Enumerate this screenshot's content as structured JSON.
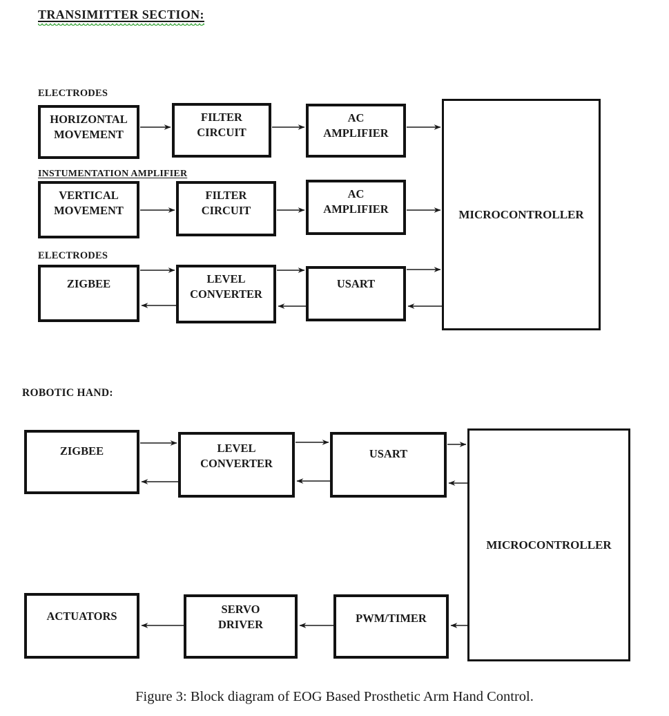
{
  "page": {
    "background": "#ffffff",
    "ink": "#1a1a1a",
    "box_border": "#121212",
    "spellcheck_squiggle_color": "#3aa63a"
  },
  "transmitter": {
    "title": "TRANSIMITTER SECTION:",
    "labels": {
      "electrodes_row1": "ELECTRODES",
      "instrumentation_row2": "INSTUMENTATION AMPLIFIER",
      "electrodes_row3": "ELECTRODES"
    },
    "blocks": {
      "horizontal_movement": "HORIZONTAL\nMOVEMENT",
      "filter_circuit_1": "FILTER\nCIRCUIT",
      "ac_amplifier_1": "AC\nAMPLIFIER",
      "vertical_movement": "VERTICAL\nMOVEMENT",
      "filter_circuit_2": "FILTER\nCIRCUIT",
      "ac_amplifier_2": "AC\nAMPLIFIER",
      "zigbee": "ZIGBEE",
      "level_converter": "LEVEL\nCONVERTER",
      "usart": "USART",
      "microcontroller": "MICROCONTROLLER"
    },
    "connections": [
      {
        "from": "HORIZONTAL MOVEMENT",
        "to": "FILTER CIRCUIT"
      },
      {
        "from": "FILTER CIRCUIT",
        "to": "AC AMPLIFIER"
      },
      {
        "from": "AC AMPLIFIER",
        "to": "MICROCONTROLLER"
      },
      {
        "from": "VERTICAL MOVEMENT",
        "to": "FILTER CIRCUIT"
      },
      {
        "from": "FILTER CIRCUIT",
        "to": "AC AMPLIFIER"
      },
      {
        "from": "AC AMPLIFIER",
        "to": "MICROCONTROLLER"
      },
      {
        "from": "ZIGBEE",
        "to": "LEVEL CONVERTER"
      },
      {
        "from": "LEVEL CONVERTER",
        "to": "ZIGBEE"
      },
      {
        "from": "LEVEL CONVERTER",
        "to": "USART"
      },
      {
        "from": "USART",
        "to": "LEVEL CONVERTER"
      },
      {
        "from": "USART",
        "to": "MICROCONTROLLER"
      },
      {
        "from": "MICROCONTROLLER",
        "to": "USART"
      }
    ]
  },
  "robotic_hand": {
    "title": "ROBOTIC HAND:",
    "blocks": {
      "zigbee": "ZIGBEE",
      "level_converter": "LEVEL\nCONVERTER",
      "usart": "USART",
      "microcontroller": "MICROCONTROLLER",
      "actuators": "ACTUATORS",
      "servo_driver": "SERVO\nDRIVER",
      "pwm_timer": "PWM/TIMER"
    },
    "connections": [
      {
        "from": "ZIGBEE",
        "to": "LEVEL CONVERTER"
      },
      {
        "from": "LEVEL CONVERTER",
        "to": "ZIGBEE"
      },
      {
        "from": "LEVEL CONVERTER",
        "to": "USART"
      },
      {
        "from": "USART",
        "to": "LEVEL CONVERTER"
      },
      {
        "from": "USART",
        "to": "MICROCONTROLLER"
      },
      {
        "from": "MICROCONTROLLER",
        "to": "USART"
      },
      {
        "from": "MICROCONTROLLER",
        "to": "PWM/TIMER"
      },
      {
        "from": "PWM/TIMER",
        "to": "SERVO DRIVER"
      },
      {
        "from": "SERVO DRIVER",
        "to": "ACTUATORS"
      }
    ]
  },
  "caption": "Figure 3: Block diagram of EOG Based Prosthetic Arm Hand Control."
}
